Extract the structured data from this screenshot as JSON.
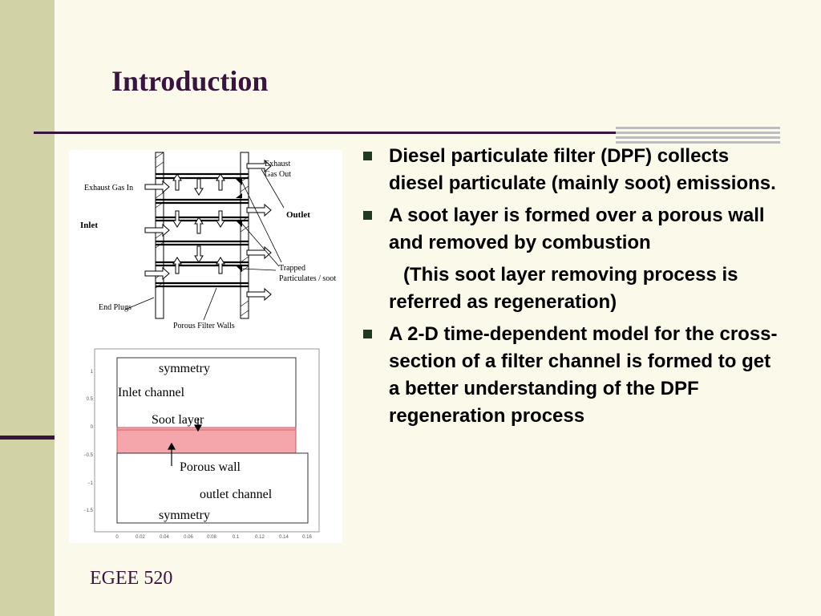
{
  "slide": {
    "title": "Introduction",
    "footer": "EGEE 520",
    "bullets": [
      {
        "text": "Diesel particulate filter (DPF) collects diesel particulate (mainly soot) emissions."
      },
      {
        "text": "A soot layer is formed over a porous wall and removed by combustion"
      },
      {
        "text": "(This soot layer removing process is referred as regeneration)"
      },
      {
        "text": "A 2-D time-dependent model for the cross-section of a filter channel is formed to get a better understanding of the DPF regeneration process"
      }
    ]
  },
  "figure_top": {
    "labels": {
      "exhaust_in": "Exhaust Gas In",
      "exhaust_out_1": "Exhaust",
      "exhaust_out_2": "Gas Out",
      "inlet": "Inlet",
      "outlet": "Outlet",
      "trapped_1": "Trapped",
      "trapped_2": "Particulates / soot",
      "end_plugs": "End Plugs",
      "walls": "Porous Filter Walls"
    }
  },
  "figure_bottom": {
    "labels": {
      "symmetry_top": "symmetry",
      "inlet_channel": "Inlet channel",
      "soot_layer": "Soot layer",
      "porous_wall": "Porous wall",
      "outlet_channel": "outlet channel",
      "symmetry_bottom": "symmetry"
    },
    "y_ticks": [
      "1",
      "0.5",
      "0",
      "−0.5",
      "−1",
      "−1.5"
    ],
    "x_ticks": [
      "0",
      "0.02",
      "0.04",
      "0.06",
      "0.08",
      "0.1",
      "0.12",
      "0.14",
      "0.16"
    ]
  },
  "colors": {
    "title": "#3A1440",
    "band": "#D2D2A7",
    "soot": "#F4A6AA"
  }
}
